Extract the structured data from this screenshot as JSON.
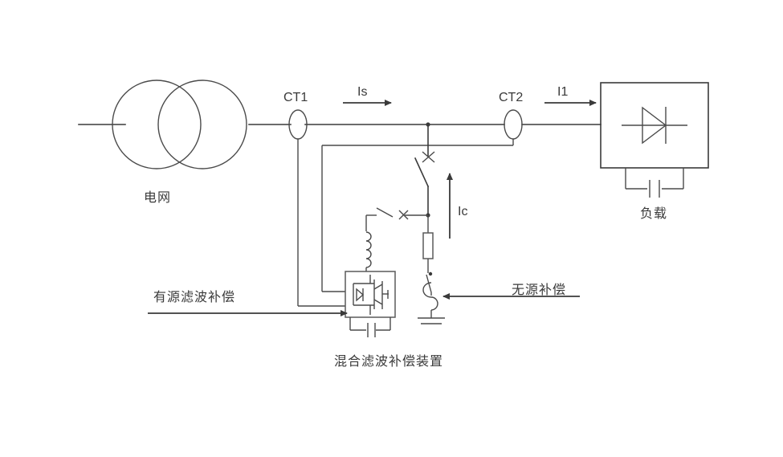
{
  "diagram": {
    "title": "混合滤波补偿装置",
    "colors": {
      "line": "#3a3a3a",
      "line_light": "#5a5a5a",
      "background": "#ffffff"
    },
    "labels": {
      "grid": "电网",
      "ct1": "CT1",
      "ct2": "CT2",
      "current_source": "Is",
      "current_load": "I1",
      "current_comp": "Ic",
      "load": "负载",
      "active_filter": "有源滤波补偿",
      "passive_comp": "无源补偿",
      "device_caption": "混合滤波补偿装置"
    },
    "components": [
      {
        "id": "transformer",
        "name": "transformer-symbol",
        "label": "电网"
      },
      {
        "id": "ct1",
        "name": "current-transformer-ct1",
        "label": "CT1"
      },
      {
        "id": "ct2",
        "name": "current-transformer-ct2",
        "label": "CT2"
      },
      {
        "id": "load-box",
        "name": "load-rectifier-block",
        "label": "负载"
      },
      {
        "id": "load-cap",
        "name": "load-capacitor",
        "label": ""
      },
      {
        "id": "breaker-main",
        "name": "main-branch-breaker",
        "label": ""
      },
      {
        "id": "breaker-active",
        "name": "active-branch-switch",
        "label": ""
      },
      {
        "id": "reactor-active",
        "name": "active-branch-reactor",
        "label": ""
      },
      {
        "id": "igbt-box",
        "name": "igbt-inverter-module",
        "label": ""
      },
      {
        "id": "dc-cap",
        "name": "dc-link-capacitor",
        "label": ""
      },
      {
        "id": "resistor-passive",
        "name": "passive-branch-resistor",
        "label": ""
      },
      {
        "id": "switch-passive",
        "name": "passive-branch-switch",
        "label": ""
      },
      {
        "id": "reactor-passive",
        "name": "passive-branch-reactor",
        "label": ""
      },
      {
        "id": "cap-passive",
        "name": "passive-branch-capacitor",
        "label": ""
      }
    ],
    "arrows": [
      {
        "id": "is-arrow",
        "name": "current-arrow-is",
        "label": "Is",
        "direction": "right"
      },
      {
        "id": "i1-arrow",
        "name": "current-arrow-i1",
        "label": "I1",
        "direction": "right"
      },
      {
        "id": "ic-arrow",
        "name": "current-arrow-ic",
        "label": "Ic",
        "direction": "up"
      },
      {
        "id": "active-arrow",
        "name": "callout-arrow-active-filter",
        "label": "有源滤波补偿",
        "direction": "right"
      },
      {
        "id": "passive-arrow",
        "name": "callout-arrow-passive-comp",
        "label": "无源补偿",
        "direction": "left"
      }
    ]
  }
}
